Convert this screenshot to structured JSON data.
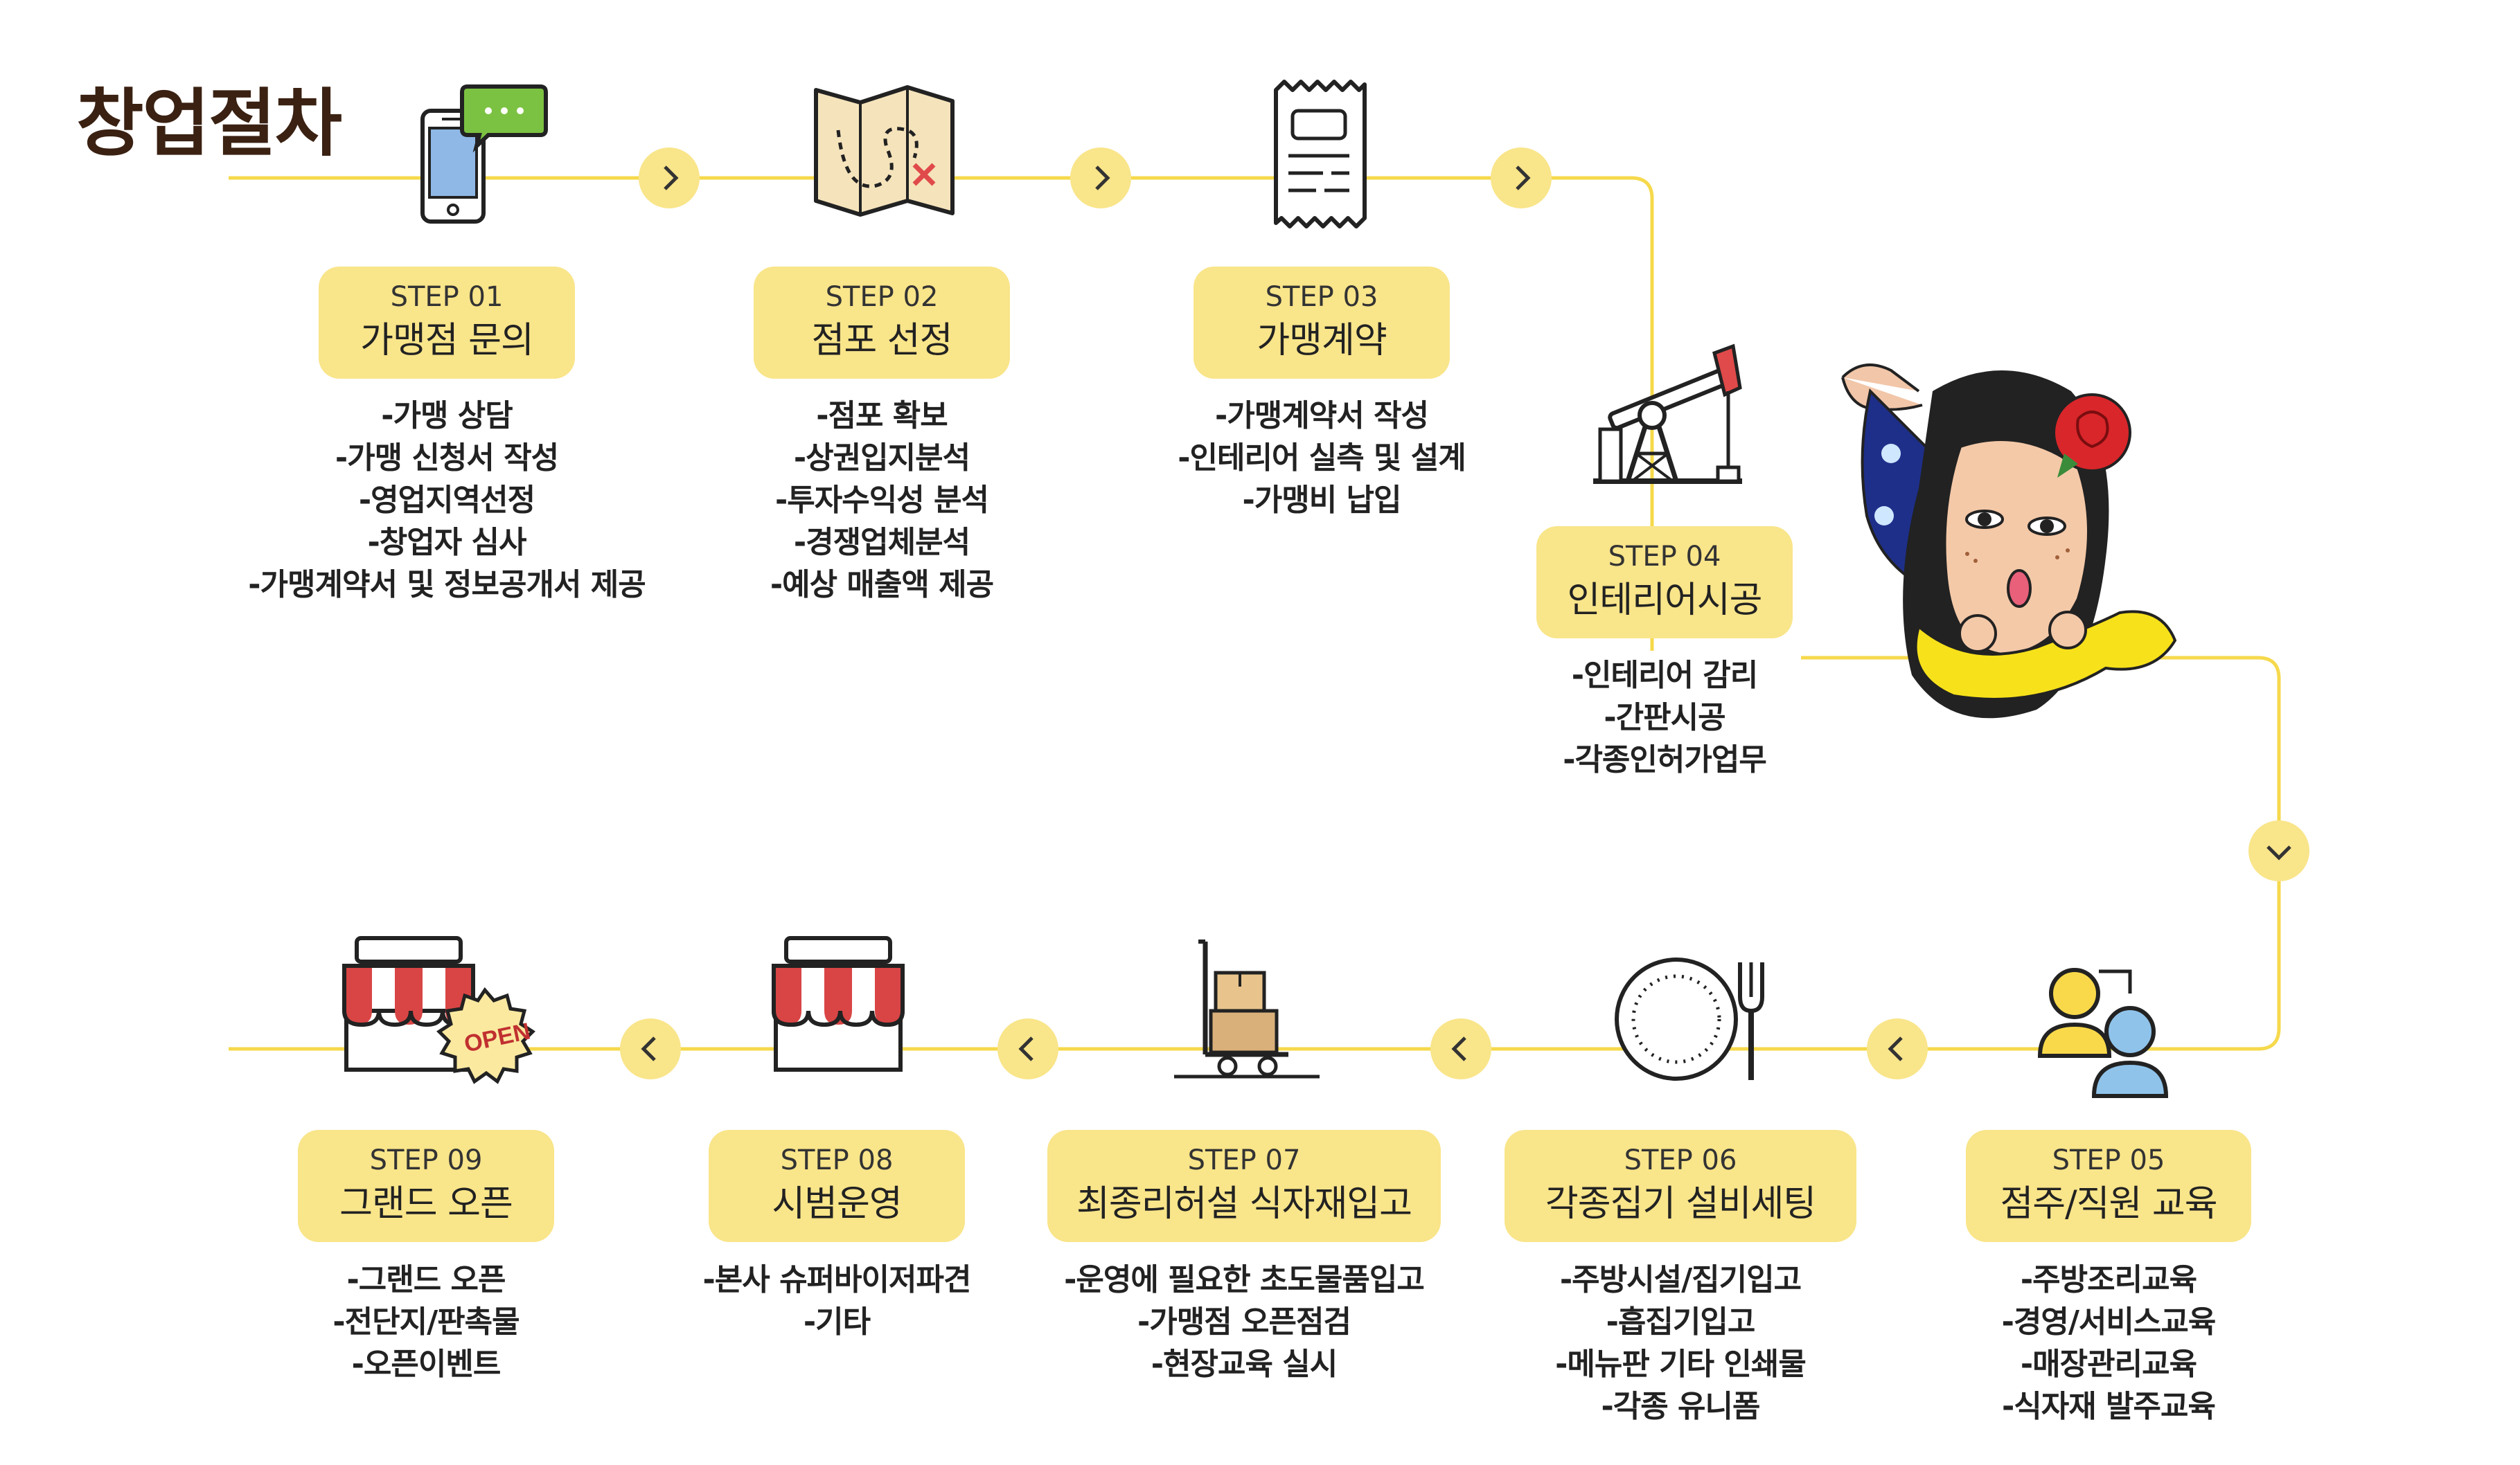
{
  "title": "창업절차",
  "steps": [
    {
      "num": "STEP 01",
      "name": "가맹점 문의",
      "desc": [
        "-가맹 상담",
        "-가맹 신청서 작성",
        "-영업지역선정",
        "-창업자 심사",
        "-가맹계약서 및 정보공개서 제공"
      ]
    },
    {
      "num": "STEP 02",
      "name": "점포 선정",
      "desc": [
        "-점포 확보",
        "-상권입지분석",
        "-투자수익성 분석",
        "-경쟁업체분석",
        "-예상 매출액 제공"
      ]
    },
    {
      "num": "STEP 03",
      "name": "가맹계약",
      "desc": [
        "-가맹계약서 작성",
        "-인테리어 실측 및 설계",
        "-가맹비 납입"
      ]
    },
    {
      "num": "STEP 04",
      "name": "인테리어시공",
      "desc": [
        "-인테리어 감리",
        "-간판시공",
        "-각종인허가업무"
      ]
    },
    {
      "num": "STEP 05",
      "name": "점주/직원 교육",
      "desc": [
        "-주방조리교육",
        "-경영/서비스교육",
        "-매장관리교육",
        "-식자재 발주교육"
      ]
    },
    {
      "num": "STEP 06",
      "name": "각종집기 설비세팅",
      "desc": [
        "-주방시설/집기입고",
        "-흡집기입고",
        "-메뉴판 기타 인쇄물",
        "-각종 유니폼"
      ]
    },
    {
      "num": "STEP 07",
      "name": "최종리허설 식자재입고",
      "desc": [
        "-운영에 필요한 초도물품입고",
        "-가맹점 오픈점검",
        "-현장교육 실시"
      ]
    },
    {
      "num": "STEP 08",
      "name": "시범운영",
      "desc": [
        "-본사 슈퍼바이저파견",
        "-기타"
      ]
    },
    {
      "num": "STEP 09",
      "name": "그랜드 오픈",
      "desc": [
        "-그랜드 오픈",
        "-전단지/판촉물",
        "-오픈이벤트"
      ]
    }
  ],
  "open_sign": "OPEN",
  "icons": {
    "step01": "smartphone-chat-icon",
    "step02": "treasure-map-icon",
    "step03": "receipt-icon",
    "step04": "oil-pump-icon",
    "step05": "people-icon",
    "step06": "plate-fork-icon",
    "step07": "hand-truck-boxes-icon",
    "step08": "storefront-icon",
    "step09": "store-open-icon"
  },
  "colors": {
    "accent": "#f9e58a",
    "line": "#f6d94c",
    "title": "#3a2112"
  }
}
